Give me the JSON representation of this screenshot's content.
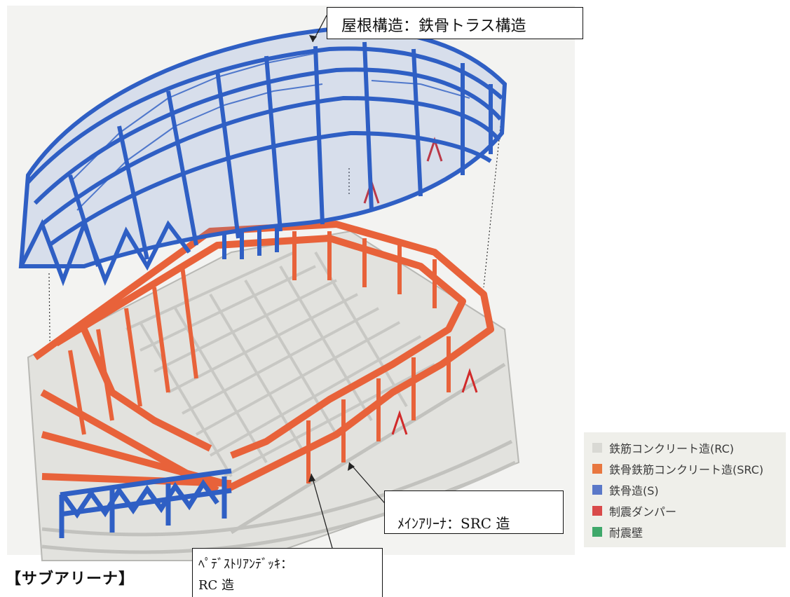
{
  "callouts": {
    "roof": "屋根構造：鉄骨トラス構造",
    "main_arena": "ﾒｲﾝｱﾘｰﾅ：SRC 造",
    "deck_line1": "ﾍﾟﾃﾞｽﾄﾘｱﾝﾃﾞｯｷ：",
    "deck_line2": "RC 造"
  },
  "section_title": "【サブアリーナ】",
  "legend": {
    "items": [
      {
        "label": "鉄筋コンクリート造(RC)",
        "color": "#d9d9d4"
      },
      {
        "label": "鉄骨鉄筋コンクリート造(SRC)",
        "color": "#e8773f"
      },
      {
        "label": "鉄骨造(S)",
        "color": "#5a78c8"
      },
      {
        "label": "制震ダンパー",
        "color": "#d94a4a"
      },
      {
        "label": "耐震壁",
        "color": "#3fa86a"
      }
    ]
  },
  "colors": {
    "roof_steel": "#2f5fc4",
    "src_frame": "#e8623a",
    "rc_structure": "#d6d6d2",
    "damper": "#d12a2a"
  }
}
